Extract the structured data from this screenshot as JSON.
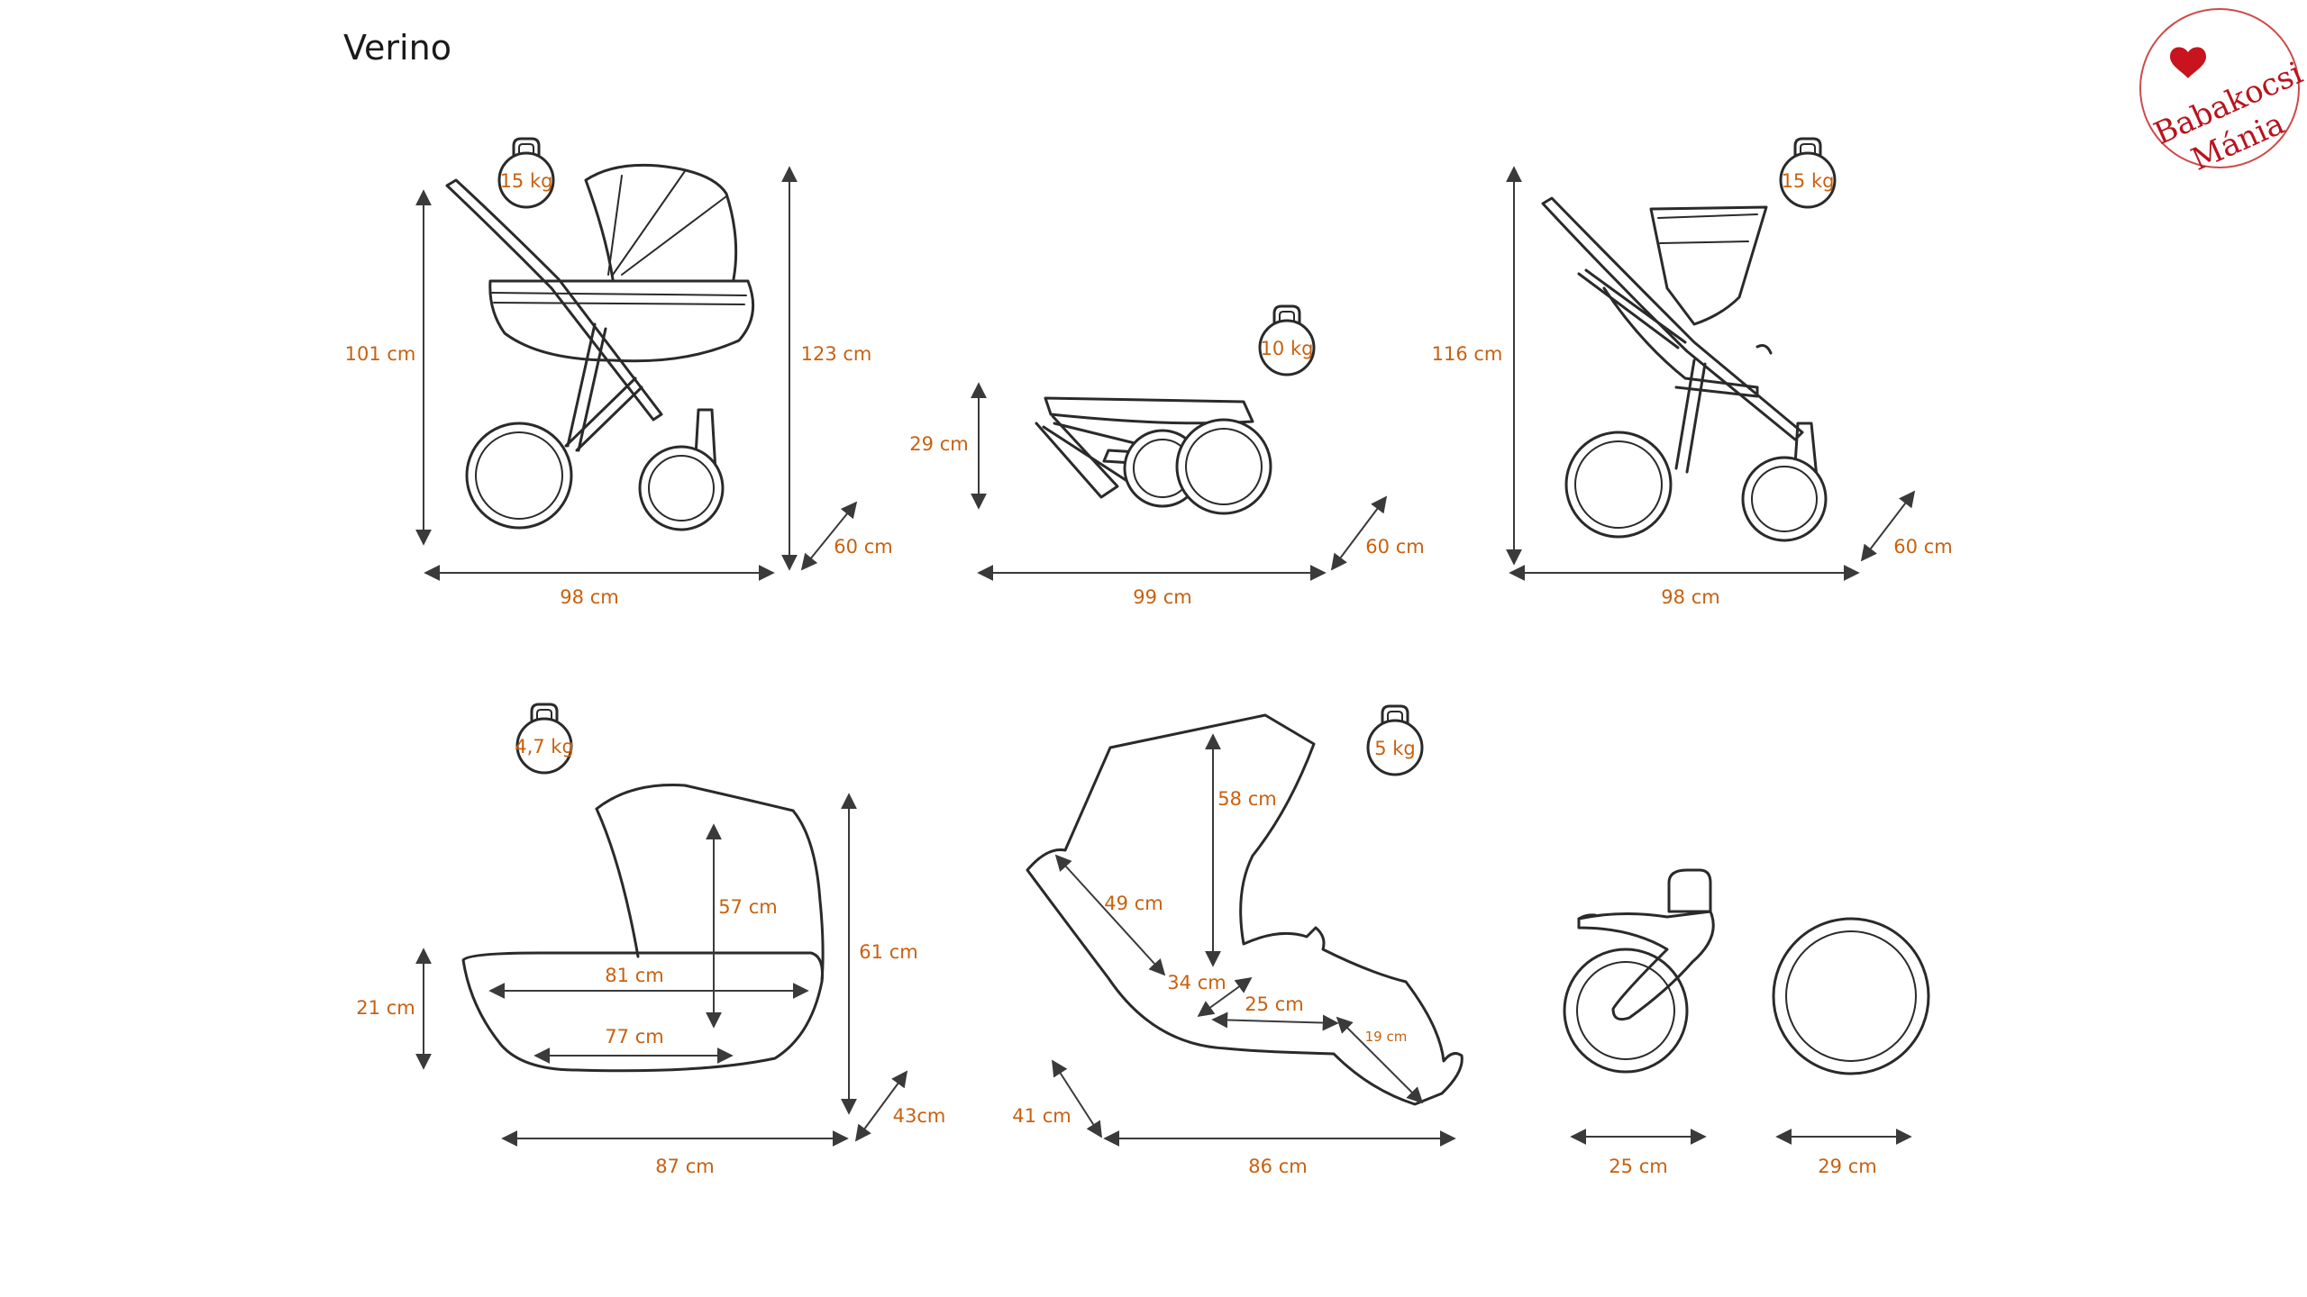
{
  "title": "Verino",
  "logo": {
    "line1": "Babakocsi",
    "line2": "Mánia",
    "accent": "#c8141e"
  },
  "colors": {
    "dimension_text": "#c8610f",
    "line": "#2a2a2a"
  },
  "icons": {
    "weight": "kettlebell-weight-icon",
    "heart": "heart-icon"
  },
  "diagrams": {
    "pram": {
      "weight": "15 kg",
      "height_handle": "101 cm",
      "height_total": "123 cm",
      "depth": "60 cm",
      "length": "98 cm"
    },
    "folded": {
      "weight": "10 kg",
      "height": "29 cm",
      "depth": "60 cm",
      "length": "99 cm"
    },
    "stroller": {
      "weight": "15 kg",
      "height": "116 cm",
      "depth": "60 cm",
      "length": "98 cm"
    },
    "carrycot": {
      "weight": "4,7 kg",
      "height_body": "21 cm",
      "height_total": "61 cm",
      "hood_height": "57 cm",
      "inner_length_top": "81 cm",
      "inner_length_bottom": "77 cm",
      "depth": "43cm",
      "length": "87 cm"
    },
    "seat": {
      "weight": "5 kg",
      "back_height": "58 cm",
      "back_length": "49 cm",
      "seat_width": "34 cm",
      "seat_depth": "25 cm",
      "footrest": "19 cm",
      "depth": "41 cm",
      "length": "86 cm"
    },
    "wheels": {
      "front": "25 cm",
      "rear": "29 cm"
    }
  }
}
